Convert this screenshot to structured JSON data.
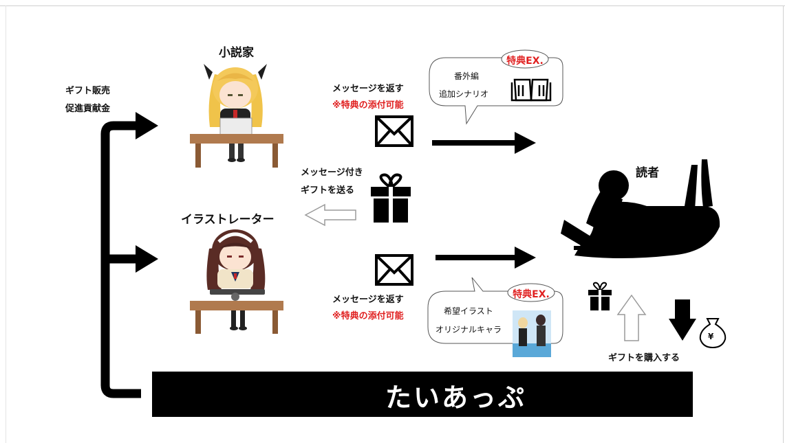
{
  "roles": {
    "novelist": "小説家",
    "illustrator": "イラストレーター",
    "reader": "読者"
  },
  "funding": {
    "line1": "ギフト販売",
    "line2": "促進貢献金"
  },
  "novelist_flow": {
    "message": "メッセージを返す",
    "note": "※特典の添付可能",
    "bubble_badge": "特典EX.",
    "bubble_item1": "番外編",
    "bubble_item2": "追加シナリオ"
  },
  "gift_flow": {
    "line1": "メッセージ付き",
    "line2": "ギフトを送る"
  },
  "illustrator_flow": {
    "message": "メッセージを返す",
    "note": "※特典の添付可能",
    "bubble_badge": "特典EX.",
    "bubble_item1": "希望イラスト",
    "bubble_item2": "オリジナルキャラ"
  },
  "purchase": {
    "label": "ギフトを購入する",
    "yen_symbol": "¥"
  },
  "brand": {
    "name": "たいあっぷ"
  },
  "colors": {
    "accent_red": "#e02020",
    "brand_bar": "#000000"
  }
}
